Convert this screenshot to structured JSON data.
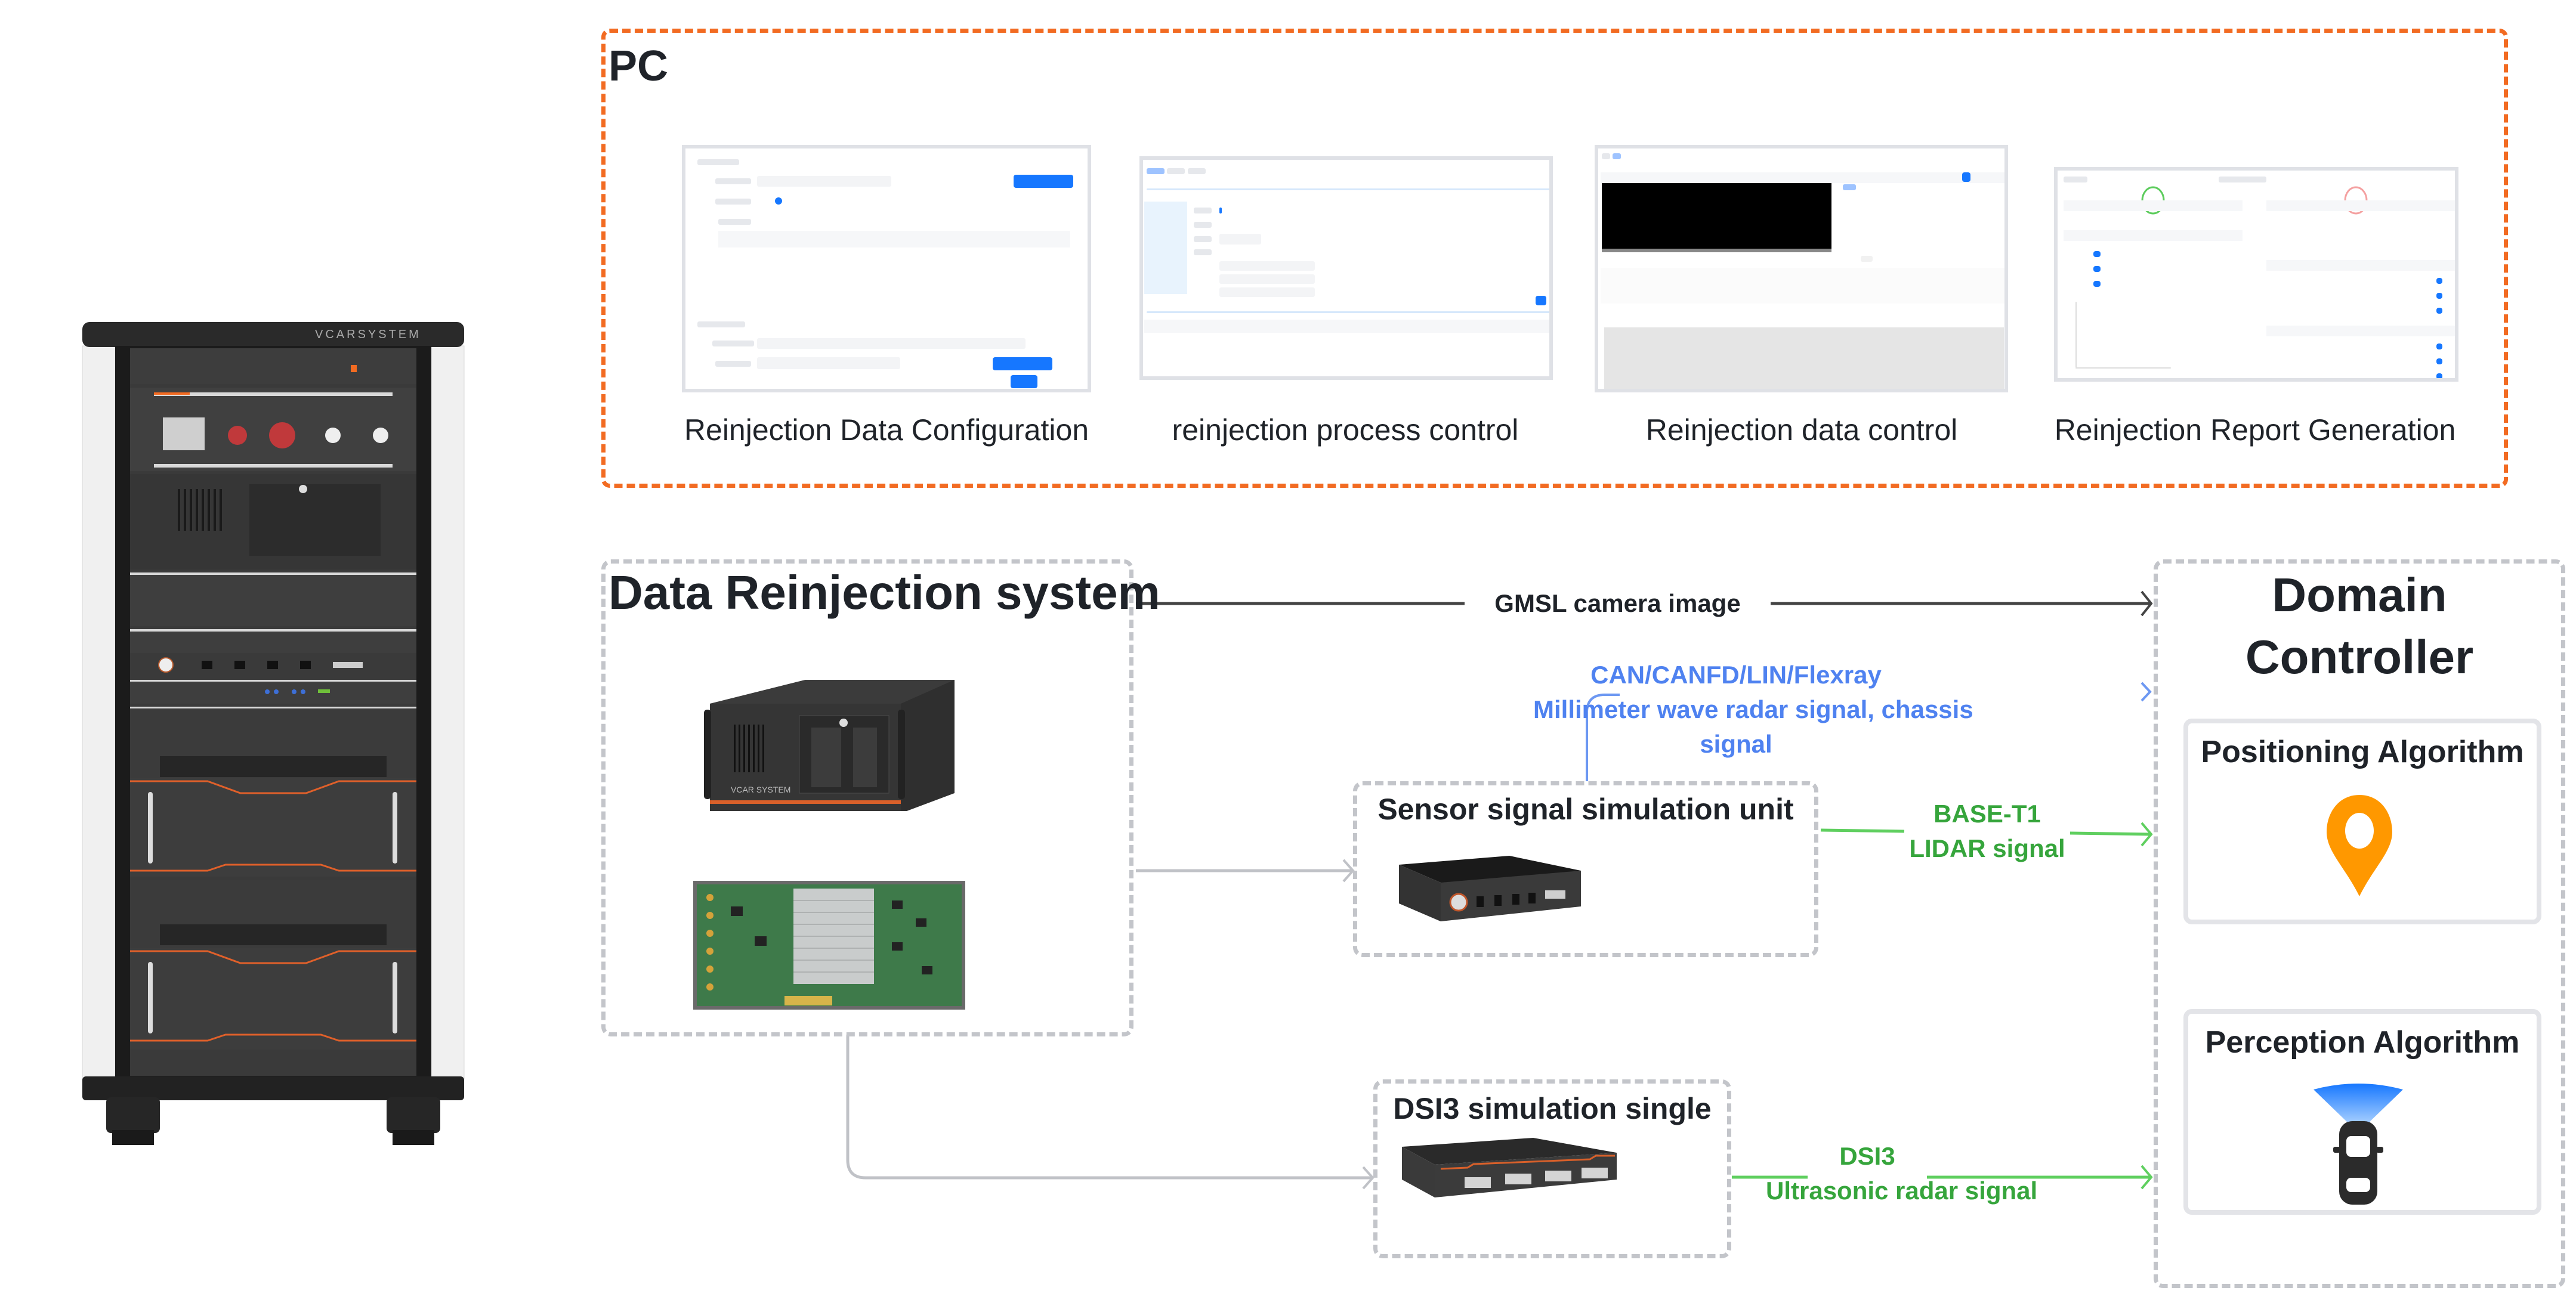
{
  "pc": {
    "title": "PC",
    "screens": [
      {
        "caption": "Reinjection Data Configuration"
      },
      {
        "caption": "reinjection process control"
      },
      {
        "caption": "Reinjection data control"
      },
      {
        "caption": "Reinjection Report Generation"
      }
    ]
  },
  "cabinet": {
    "brand": "VCARSYSTEM"
  },
  "reinjection_system": {
    "title": "Data Reinjection system",
    "server_brand": "VCAR SYSTEM"
  },
  "sensor_unit": {
    "title": "Sensor signal simulation unit"
  },
  "dsi3_unit": {
    "title": "DSI3 simulation single"
  },
  "domain_controller": {
    "title_line1": "Domain",
    "title_line2": "Controller",
    "cards": [
      {
        "title": "Positioning Algorithm",
        "icon": "location-pin-icon"
      },
      {
        "title": "Perception Algorithm",
        "icon": "car-radar-icon"
      }
    ]
  },
  "connections": {
    "gmsl": "GMSL camera image",
    "can_line1": "CAN/CANFD/LIN/Flexray",
    "can_line2": "Millimeter wave radar signal, chassis",
    "can_line3": "signal",
    "baset1_line1": "BASE-T1",
    "baset1_line2": "LIDAR signal",
    "dsi3_line1": "DSI3",
    "dsi3_line2": "Ultrasonic radar signal"
  },
  "colors": {
    "pc_border": "#f26b22",
    "group_border": "#c3c5ca",
    "can_blue": "#4f82f0",
    "signal_green": "#36a53c",
    "pin_orange": "#ff9800",
    "radar_blue": "#1677ff"
  }
}
